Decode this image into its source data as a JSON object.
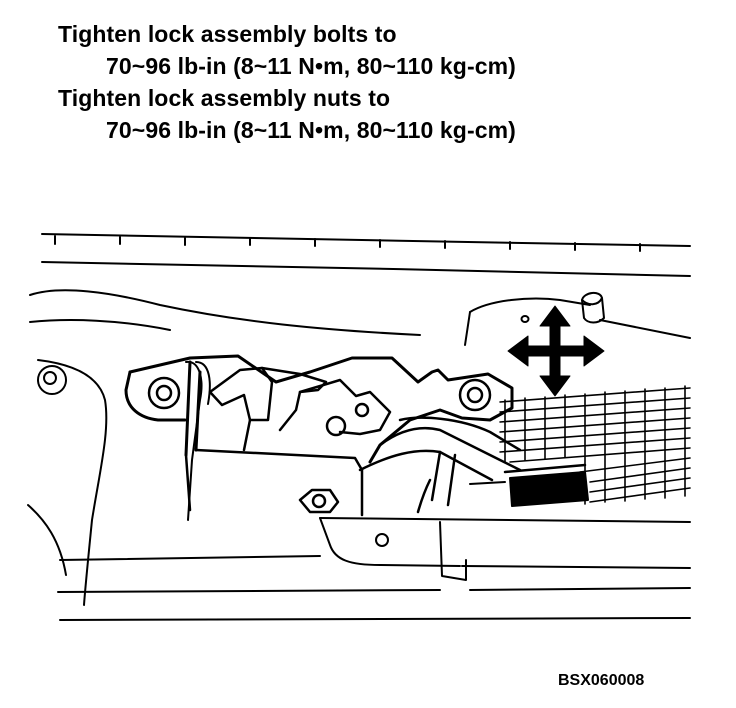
{
  "instructions": {
    "bolts_heading": "Tighten lock assembly bolts to",
    "bolts_torque": "70~96 lb-in (8~11 N•m, 80~110 kg-cm)",
    "nuts_heading": "Tighten lock assembly nuts to",
    "nuts_torque": "70~96 lb-in (8~11 N•m, 80~110 kg-cm)"
  },
  "figure": {
    "code": "BSX060008",
    "adjust_arrow_icon": "four-way-arrow-icon"
  }
}
